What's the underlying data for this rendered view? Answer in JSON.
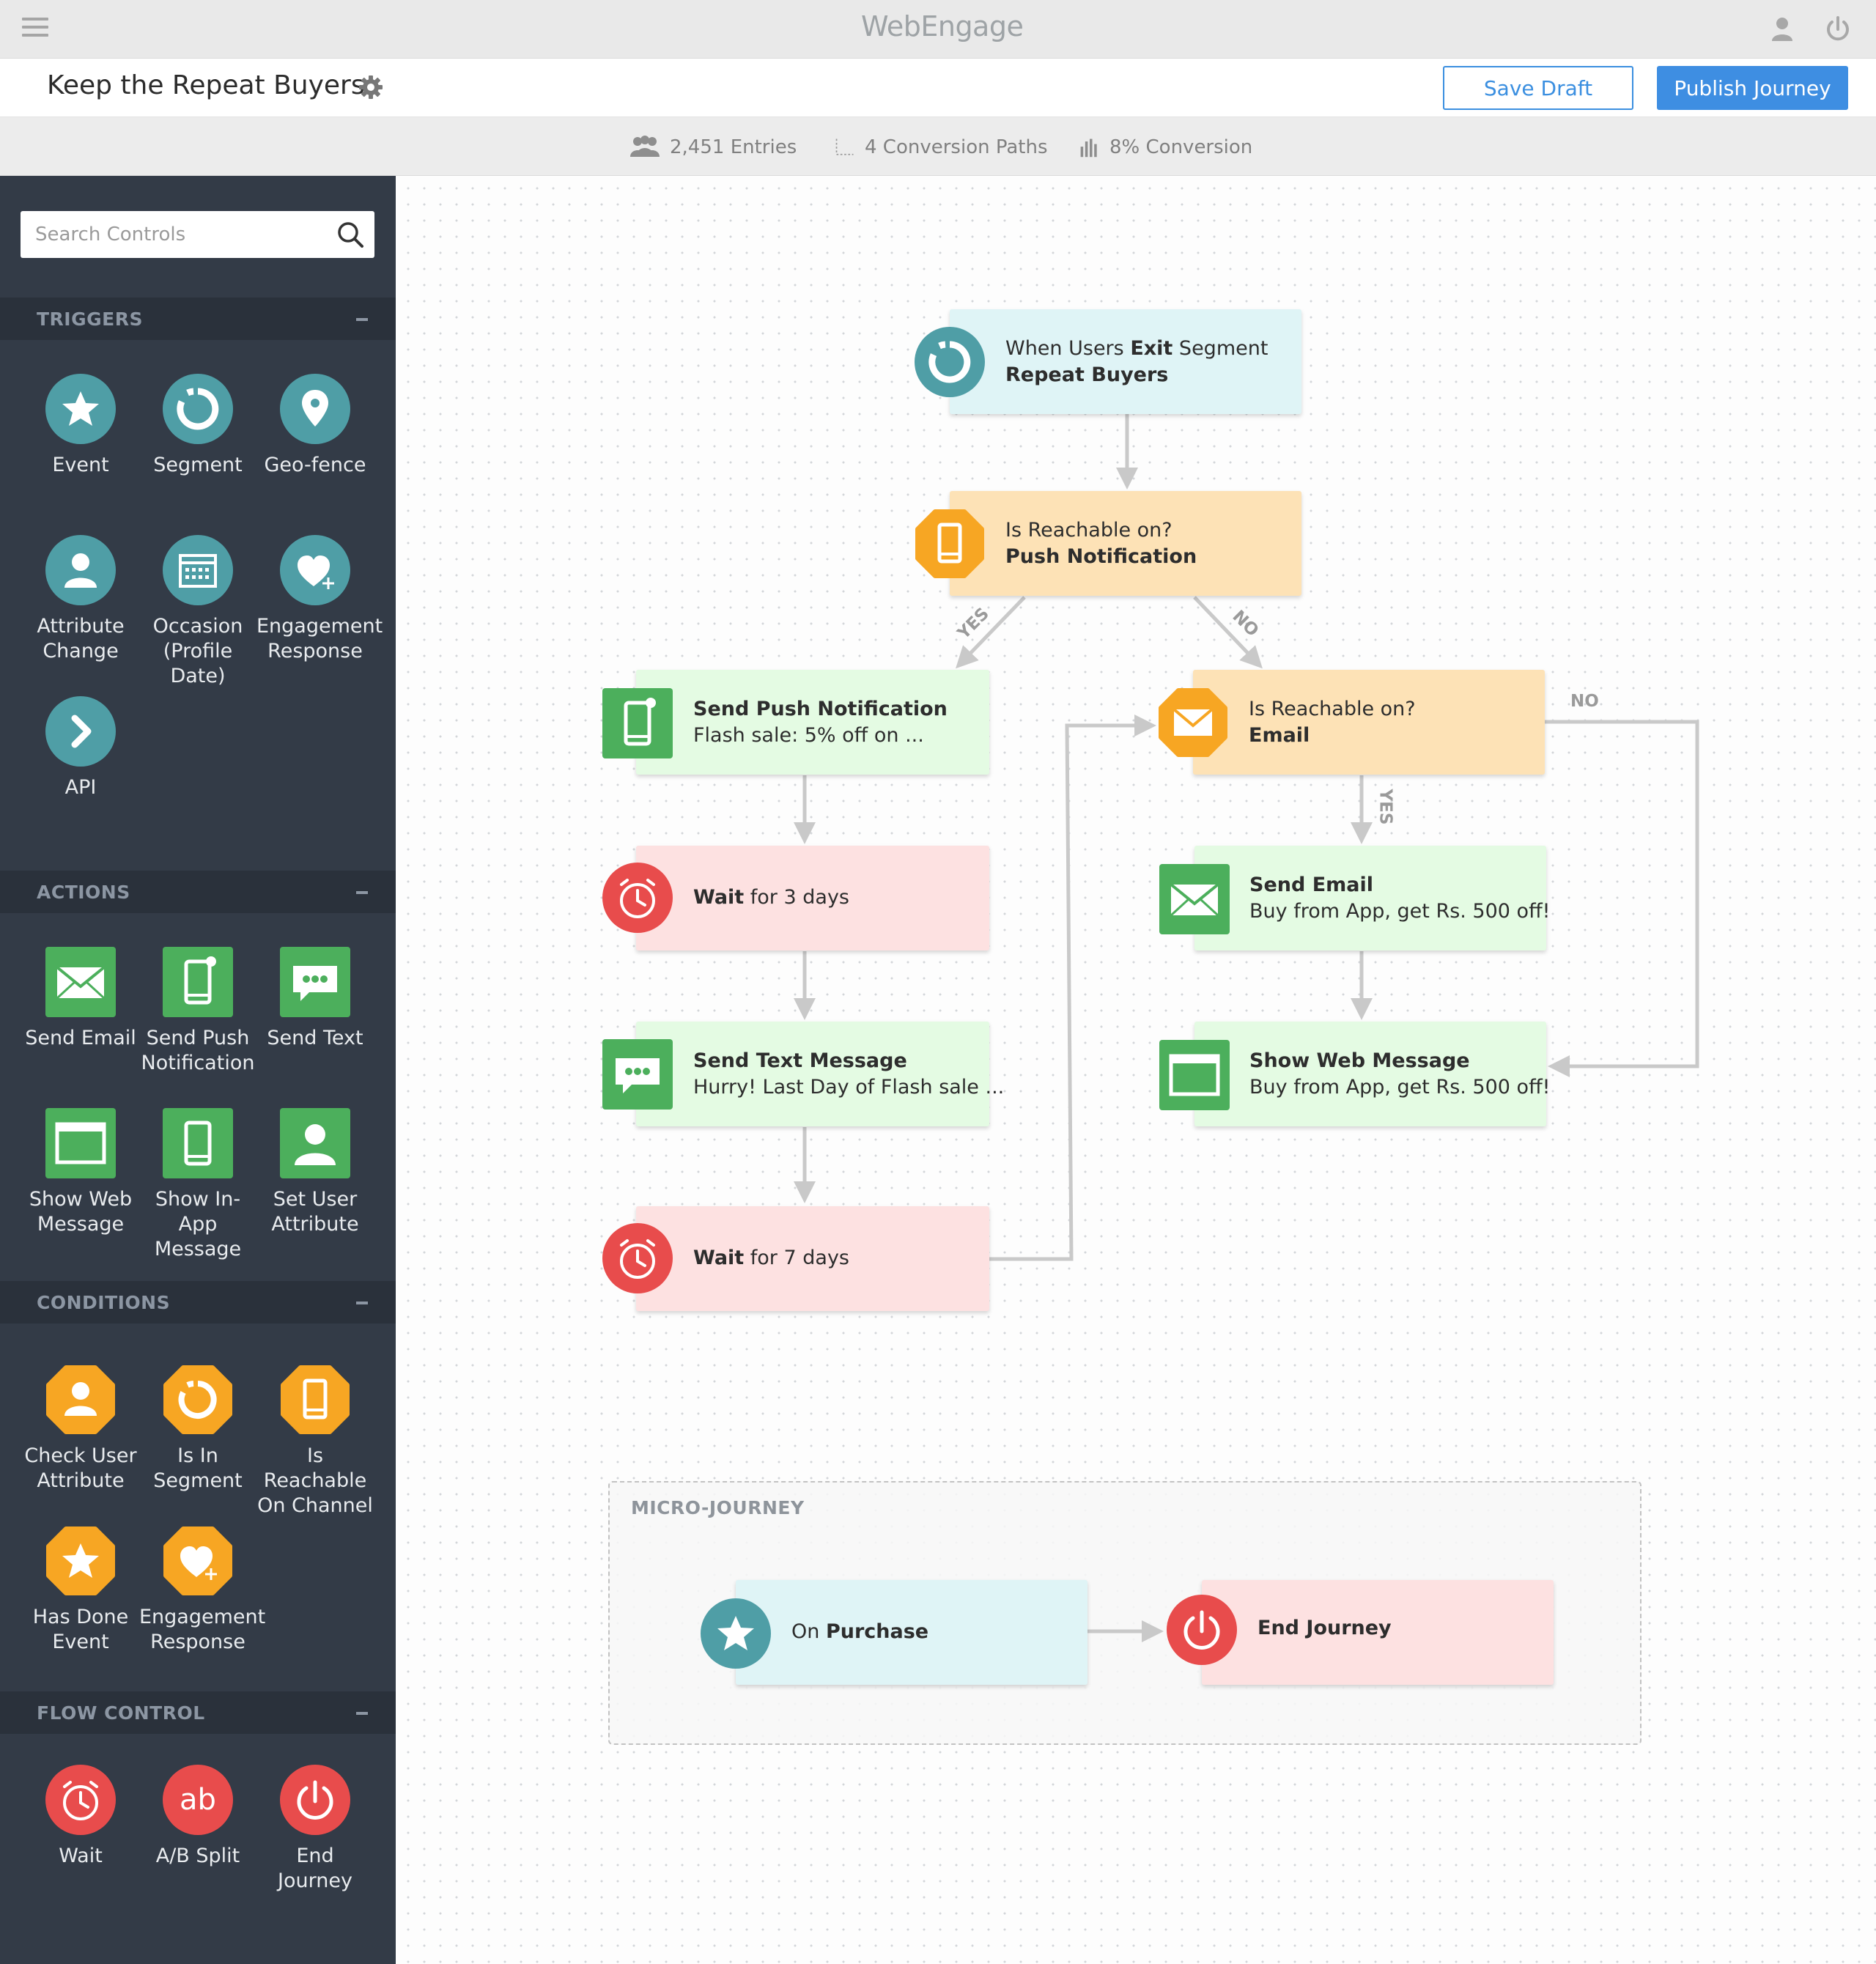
{
  "app": {
    "logo": "WebEngage",
    "journey_title": "Keep the Repeat Buyers",
    "save_draft_label": "Save Draft",
    "publish_label": "Publish Journey",
    "user_icon": "user-icon",
    "power_icon": "power-icon"
  },
  "stats": {
    "entries": "2,451 Entries",
    "paths": "4 Conversion Paths",
    "conversion": "8% Conversion"
  },
  "sidebar": {
    "search_placeholder": "Search Controls",
    "sections": {
      "triggers": {
        "title": "TRIGGERS",
        "items": [
          {
            "label": "Event",
            "icon": "star-icon"
          },
          {
            "label": "Segment",
            "icon": "segment-icon"
          },
          {
            "label": "Geo-fence",
            "icon": "location-pin-icon"
          },
          {
            "label": "Attribute\nChange",
            "icon": "person-icon"
          },
          {
            "label": "Occasion\n(Profile Date)",
            "icon": "calendar-icon"
          },
          {
            "label": "Engagement\nResponse",
            "icon": "heart-plus-icon"
          },
          {
            "label": "API",
            "icon": "chevron-right-icon"
          }
        ]
      },
      "actions": {
        "title": "ACTIONS",
        "items": [
          {
            "label": "Send Email",
            "icon": "envelope-icon"
          },
          {
            "label": "Send Push\nNotification",
            "icon": "mobile-notification-icon"
          },
          {
            "label": "Send Text",
            "icon": "chat-bubble-icon"
          },
          {
            "label": "Show Web\nMessage",
            "icon": "browser-window-icon"
          },
          {
            "label": "Show In-App\nMessage",
            "icon": "mobile-icon"
          },
          {
            "label": "Set User\nAttribute",
            "icon": "person-icon"
          }
        ]
      },
      "conditions": {
        "title": "CONDITIONS",
        "items": [
          {
            "label": "Check User\nAttribute",
            "icon": "person-icon"
          },
          {
            "label": "Is In\nSegment",
            "icon": "segment-icon"
          },
          {
            "label": "Is Reachable\nOn Channel",
            "icon": "mobile-icon"
          },
          {
            "label": "Has Done\nEvent",
            "icon": "star-icon"
          },
          {
            "label": "Engagement\nResponse",
            "icon": "heart-plus-icon"
          }
        ]
      },
      "flow": {
        "title": "FLOW CONTROL",
        "items": [
          {
            "label": "Wait",
            "icon": "clock-icon"
          },
          {
            "label": "A/B Split",
            "icon": "ab-icon",
            "glyph": "ab"
          },
          {
            "label": "End  Journey",
            "icon": "power-icon"
          }
        ]
      }
    }
  },
  "canvas": {
    "nodes": {
      "trigger": {
        "pre": "When Users ",
        "bold_mid": "Exit",
        "post": " Segment",
        "line2": "Repeat Buyers"
      },
      "reach_push": {
        "line1": "Is Reachable on?",
        "line2": "Push Notification"
      },
      "send_push": {
        "line1": "Send Push Notification",
        "line2": "Flash sale: 5% off on ..."
      },
      "wait3": {
        "bold": "Wait",
        "rest": " for 3 days"
      },
      "send_text": {
        "line1": "Send Text Message",
        "line2": "Hurry! Last Day of Flash sale ..."
      },
      "wait7": {
        "bold": "Wait",
        "rest": " for 7 days"
      },
      "reach_email": {
        "line1": "Is Reachable on?",
        "line2": "Email"
      },
      "send_email": {
        "line1": "Send Email",
        "line2": "Buy from App, get Rs. 500 off!"
      },
      "web_msg": {
        "line1": "Show Web Message",
        "line2": "Buy from App, get Rs. 500 off!"
      }
    },
    "branch_labels": {
      "yes1": "YES",
      "no1": "NO",
      "yes2": "YES",
      "no2": "NO"
    },
    "micro_journey": {
      "title": "MICRO-JOURNEY",
      "on_purchase": {
        "pre": "On ",
        "bold": "Purchase"
      },
      "end_journey": "End Journey"
    }
  },
  "colors": {
    "sidebar_bg": "#333b47",
    "trigger_teal": "#4f9ea6",
    "action_green": "#4caf5c",
    "condition_orange": "#f7a623",
    "flow_red": "#e84c4c",
    "primary_blue": "#3e8ee2"
  }
}
